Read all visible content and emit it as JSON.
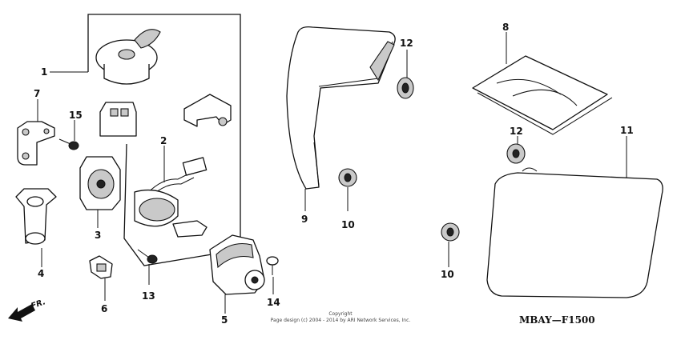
{
  "diagram": {
    "callouts": [
      {
        "id": "1",
        "label": "1"
      },
      {
        "id": "2",
        "label": "2"
      },
      {
        "id": "3",
        "label": "3"
      },
      {
        "id": "4",
        "label": "4"
      },
      {
        "id": "5",
        "label": "5"
      },
      {
        "id": "6",
        "label": "6"
      },
      {
        "id": "7",
        "label": "7"
      },
      {
        "id": "8",
        "label": "8"
      },
      {
        "id": "9",
        "label": "9"
      },
      {
        "id": "10a",
        "label": "10"
      },
      {
        "id": "10b",
        "label": "10"
      },
      {
        "id": "11",
        "label": "11"
      },
      {
        "id": "12a",
        "label": "12"
      },
      {
        "id": "12b",
        "label": "12"
      },
      {
        "id": "13",
        "label": "13"
      },
      {
        "id": "14",
        "label": "14"
      },
      {
        "id": "15",
        "label": "15"
      }
    ],
    "direction_label": "FR.",
    "diagram_code": "MBAY—F1500",
    "copyright_title": "Copyright",
    "copyright_line": "Page design (c) 2004 - 2014 by ARI Network Services, Inc."
  }
}
